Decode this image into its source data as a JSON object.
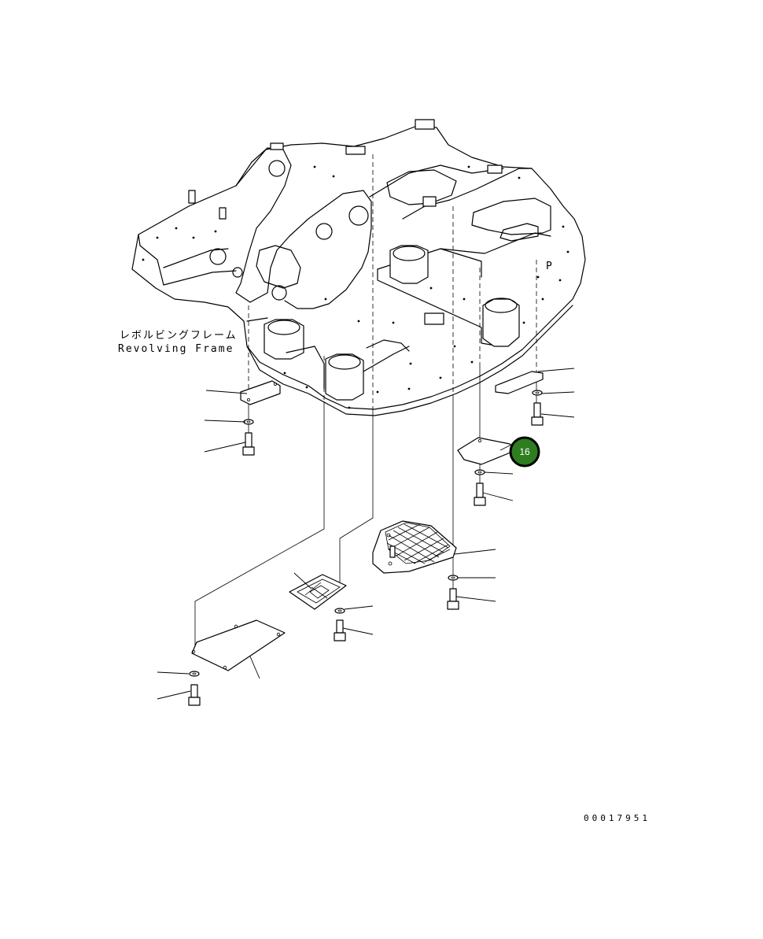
{
  "labels": {
    "frame_jp": "レボルビングフレーム",
    "frame_en": "Revolving Frame",
    "drawing_number": "00017951"
  },
  "callout": {
    "number": "16",
    "fill_color": "#2e7d1f",
    "ring_color": "#000000",
    "text_color": "#ffffff"
  },
  "parts": [
    {
      "name": "cover-plate-left"
    },
    {
      "name": "washer-left"
    },
    {
      "name": "bolt-left"
    },
    {
      "name": "cover-plate-right"
    },
    {
      "name": "washer-right"
    },
    {
      "name": "bolt-right"
    },
    {
      "name": "cover-plate-center"
    },
    {
      "name": "washer-center"
    },
    {
      "name": "bolt-center"
    },
    {
      "name": "mesh-cover"
    },
    {
      "name": "washer-mesh"
    },
    {
      "name": "bolt-mesh"
    },
    {
      "name": "small-diamond-cover"
    },
    {
      "name": "washer-small"
    },
    {
      "name": "bolt-small"
    },
    {
      "name": "large-under-cover"
    },
    {
      "name": "washer-large"
    },
    {
      "name": "bolt-large"
    }
  ]
}
